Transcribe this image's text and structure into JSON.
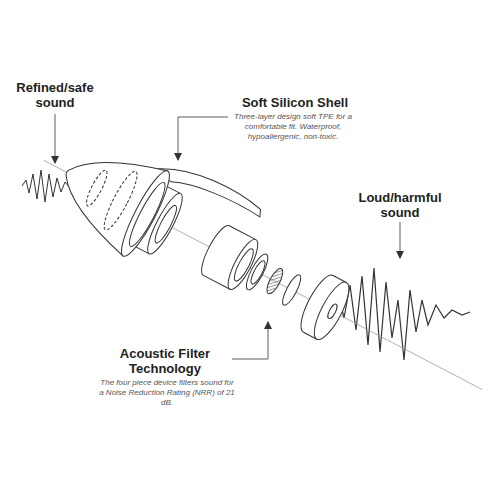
{
  "diagram": {
    "labels": [
      "Refined/safe sound",
      "Soft Silicon Shell",
      "Three-layer design soft TPE for a comfortable fit. Waterproof, hypoallergenic, non-toxic.",
      "Loud/harmful sound",
      "Acoustic Filter Technology",
      "The four piece device filters sound for a Noise Reduction Rating (NRR) of 21 dB."
    ]
  }
}
